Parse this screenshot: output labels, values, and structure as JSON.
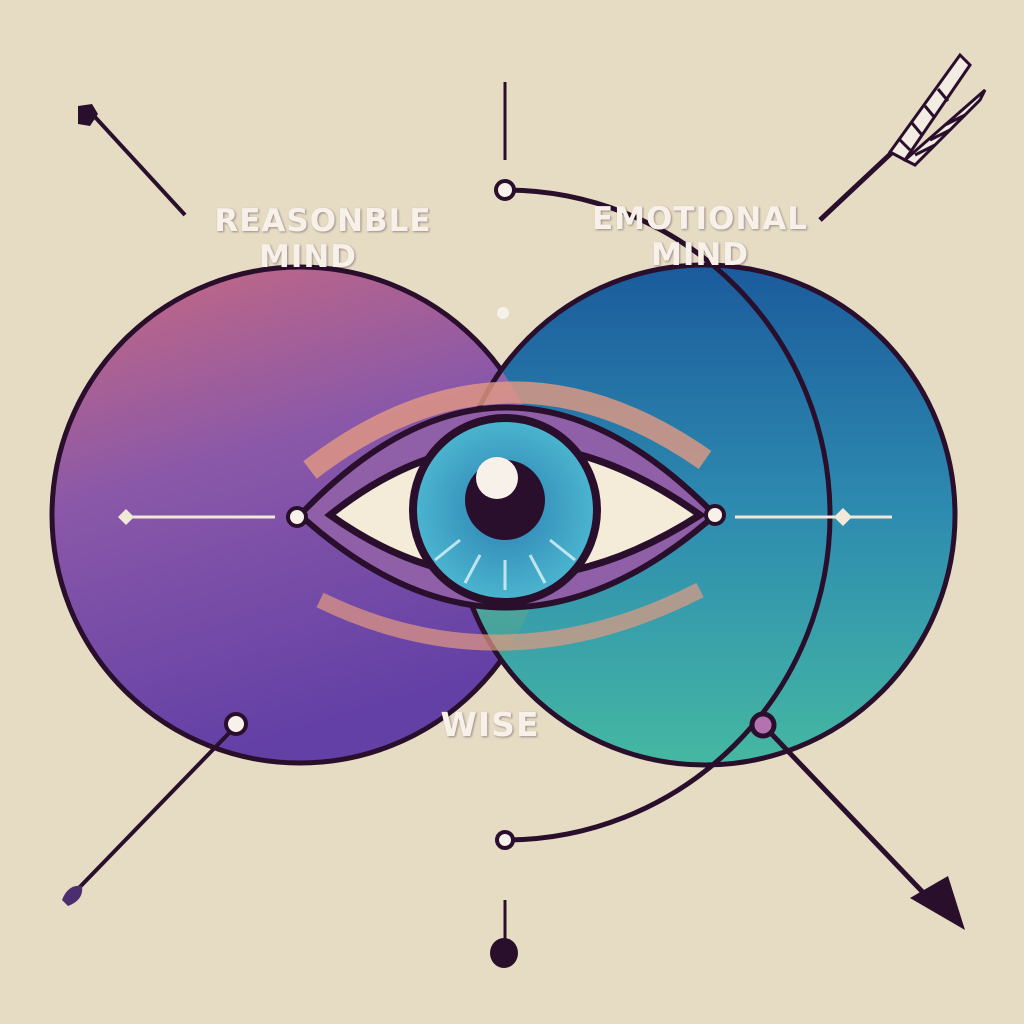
{
  "labels": {
    "left_circle": {
      "line1": "REASONBLE",
      "line2": "MIND"
    },
    "right_circle": {
      "line1": "EMOTIONAL",
      "line2": "MIND"
    },
    "intersection": "WISE"
  },
  "colors": {
    "background": "#e6dcc4",
    "left_circle_top": "#c56a85",
    "left_circle_bottom": "#6b45a8",
    "right_circle_top": "#1f5f9e",
    "right_circle_bottom": "#3fb0a2",
    "outline": "#2a0f2c",
    "iris": "#3aa0c4",
    "text": "#f7f1ea"
  },
  "icons": [
    "arrow-fletched-icon",
    "arrow-head-icon",
    "eye-icon",
    "pin-icon"
  ]
}
